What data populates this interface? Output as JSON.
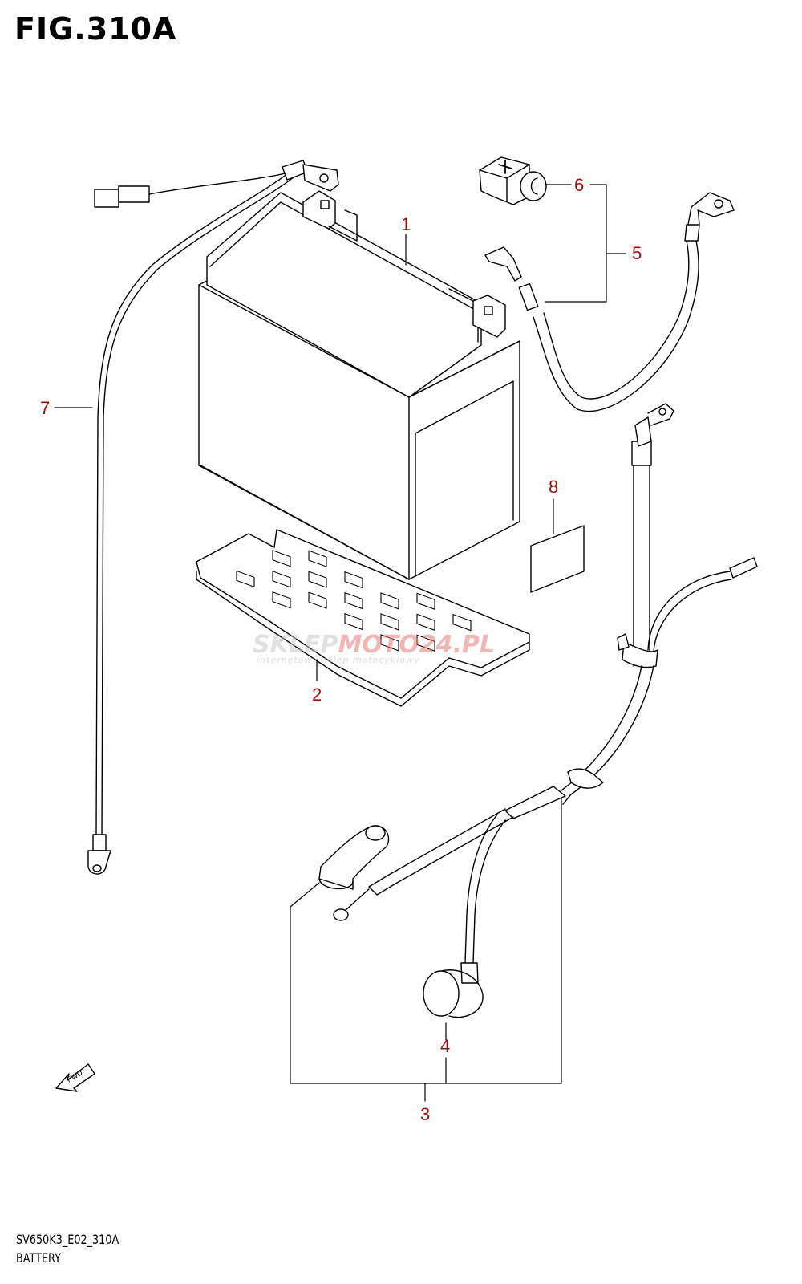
{
  "figure": {
    "title": "FIG.310A",
    "code": "SV650K3_E02_310A",
    "name": "BATTERY"
  },
  "watermark": {
    "main_a": "SKLEP",
    "main_b": "MOTO24.PL",
    "sub": "internetowy sklep motocyklowy"
  },
  "fwd_label": "FWD",
  "parts": [
    {
      "ref": "1",
      "part": "battery"
    },
    {
      "ref": "2",
      "part": "battery-tray"
    },
    {
      "ref": "3",
      "part": "negative-cable-assembly"
    },
    {
      "ref": "4",
      "part": "terminal-cover"
    },
    {
      "ref": "5",
      "part": "positive-cable-assembly"
    },
    {
      "ref": "6",
      "part": "positive-terminal-cover"
    },
    {
      "ref": "7",
      "part": "lead-wire"
    },
    {
      "ref": "8",
      "part": "label"
    }
  ],
  "colors": {
    "line": "#000000",
    "label": "#9a1010"
  }
}
